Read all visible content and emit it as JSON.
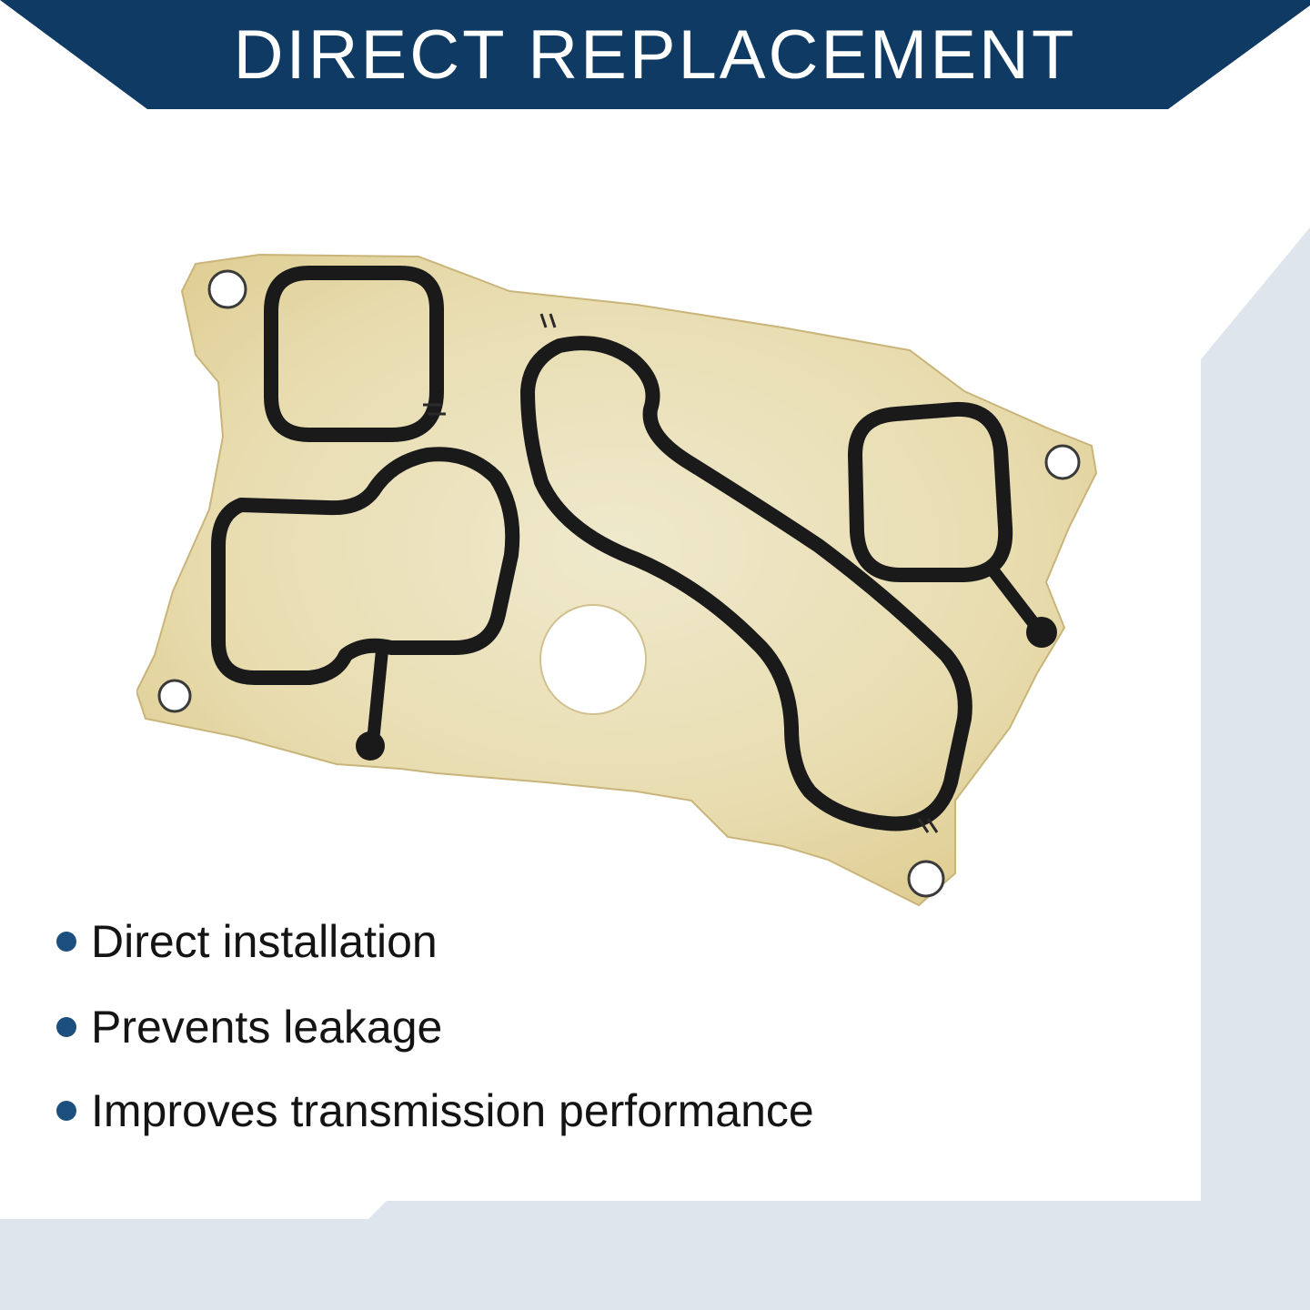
{
  "banner": {
    "title": "DIRECT REPLACEMENT",
    "color": "#0e3a63"
  },
  "product": {
    "icon": "gasket-image"
  },
  "features": [
    "Direct installation",
    "Prevents leakage",
    "Improves transmission performance"
  ],
  "colors": {
    "bullet": "#1c4f7e",
    "accent_bg": "#dfe5ed",
    "gasket_plate": "#ebe2bd",
    "gasket_seal": "#1a1a1a"
  }
}
